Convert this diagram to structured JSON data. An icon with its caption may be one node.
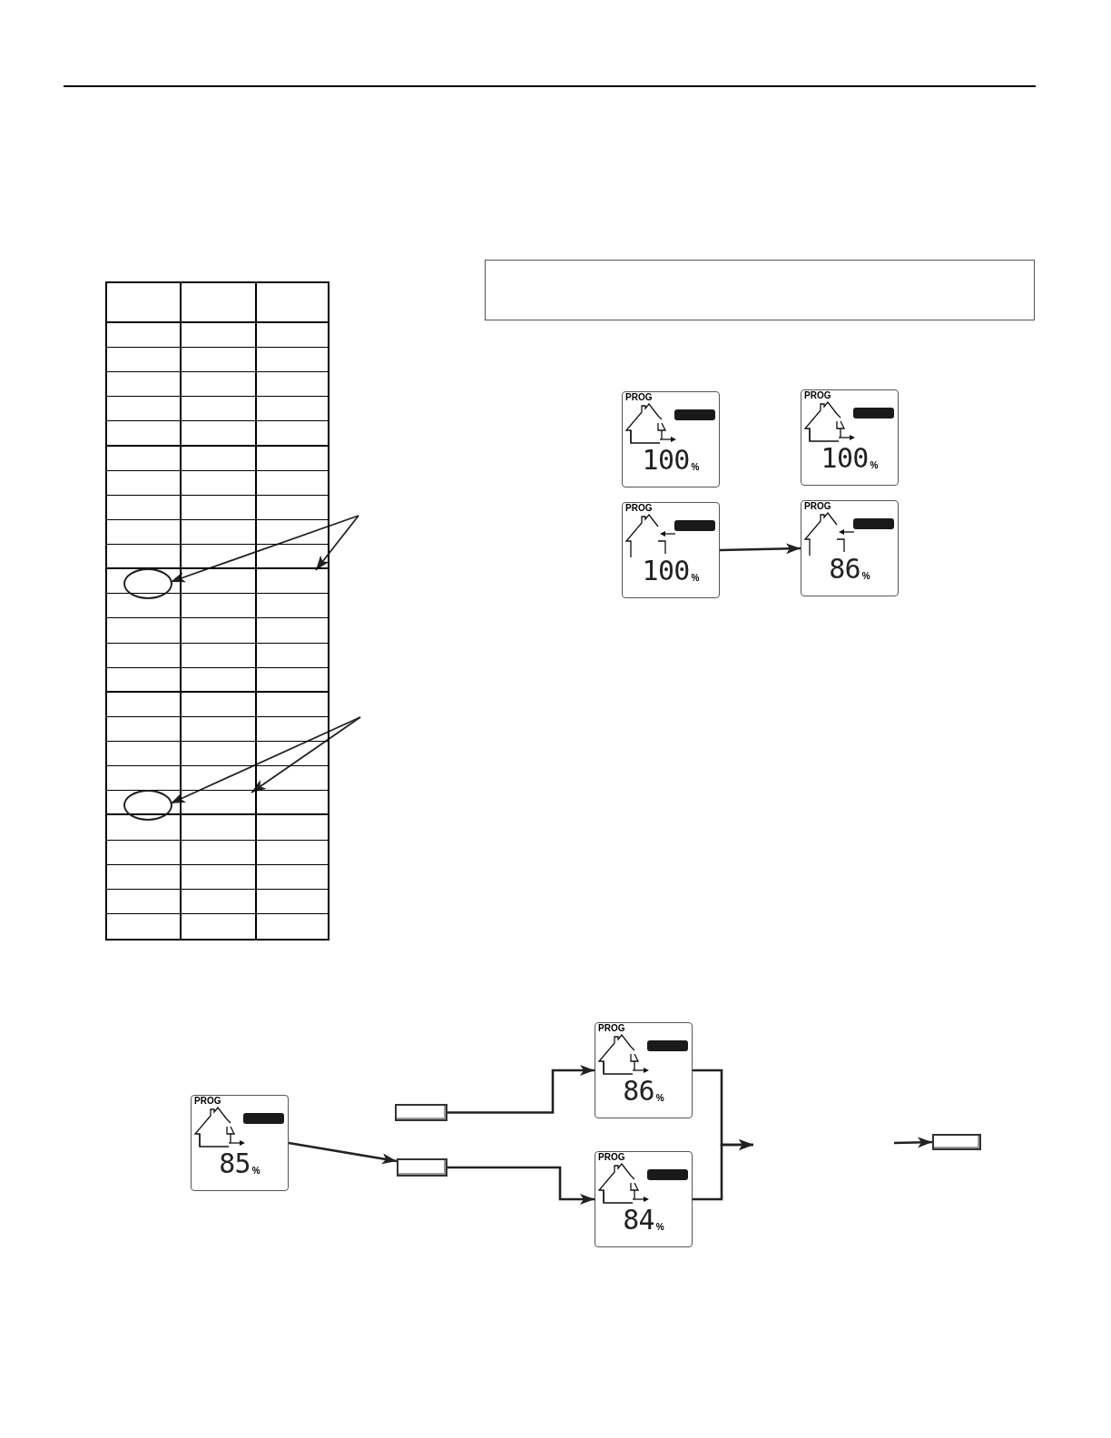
{
  "diagram": {
    "nodes": [
      {
        "text": [],
        "shape": "table"
      },
      {
        "text": [],
        "shape": "ellipse",
        "in": 0
      },
      {
        "text": [],
        "shape": "ellipse",
        "in": 0
      },
      {
        "text": [
          "PROG",
          "100",
          "%"
        ]
      },
      {
        "text": [
          "PROG",
          "100",
          "%"
        ]
      },
      {
        "text": [
          "PROG",
          "100",
          "%"
        ]
      },
      {
        "text": [
          "PROG",
          "86",
          "%"
        ]
      },
      {
        "text": [
          "PROG",
          "85",
          "%"
        ]
      },
      {
        "text": [],
        "shape": "box"
      },
      {
        "text": [],
        "shape": "box"
      },
      {
        "text": [
          "PROG",
          "86",
          "%"
        ]
      },
      {
        "text": [
          "PROG",
          "84",
          "%"
        ]
      },
      {
        "text": [],
        "shape": "box"
      },
      {
        "text": [],
        "shape": "box",
        "in": 0
      },
      {
        "text": [],
        "shape": "box",
        "in": 0
      },
      {
        "text": [],
        "shape": "box"
      }
    ],
    "edges": [
      {
        "from": null,
        "to": 1,
        "arrow": "to"
      },
      {
        "from": null,
        "to": 13,
        "arrow": "to"
      },
      {
        "from": null,
        "to": 2,
        "arrow": "to"
      },
      {
        "from": null,
        "to": 14,
        "arrow": "to"
      },
      {
        "from": 5,
        "to": 6,
        "arrow": "to"
      },
      {
        "from": 7,
        "to": 9,
        "arrow": "to"
      },
      {
        "from": 8,
        "to": 10,
        "arrow": "to"
      },
      {
        "from": 9,
        "to": 11,
        "arrow": "to"
      },
      {
        "from": 10,
        "to": null,
        "arrow": "to"
      },
      {
        "from": 11,
        "to": null,
        "arrow": "to"
      },
      {
        "from": null,
        "to": 12,
        "arrow": "to"
      }
    ]
  }
}
